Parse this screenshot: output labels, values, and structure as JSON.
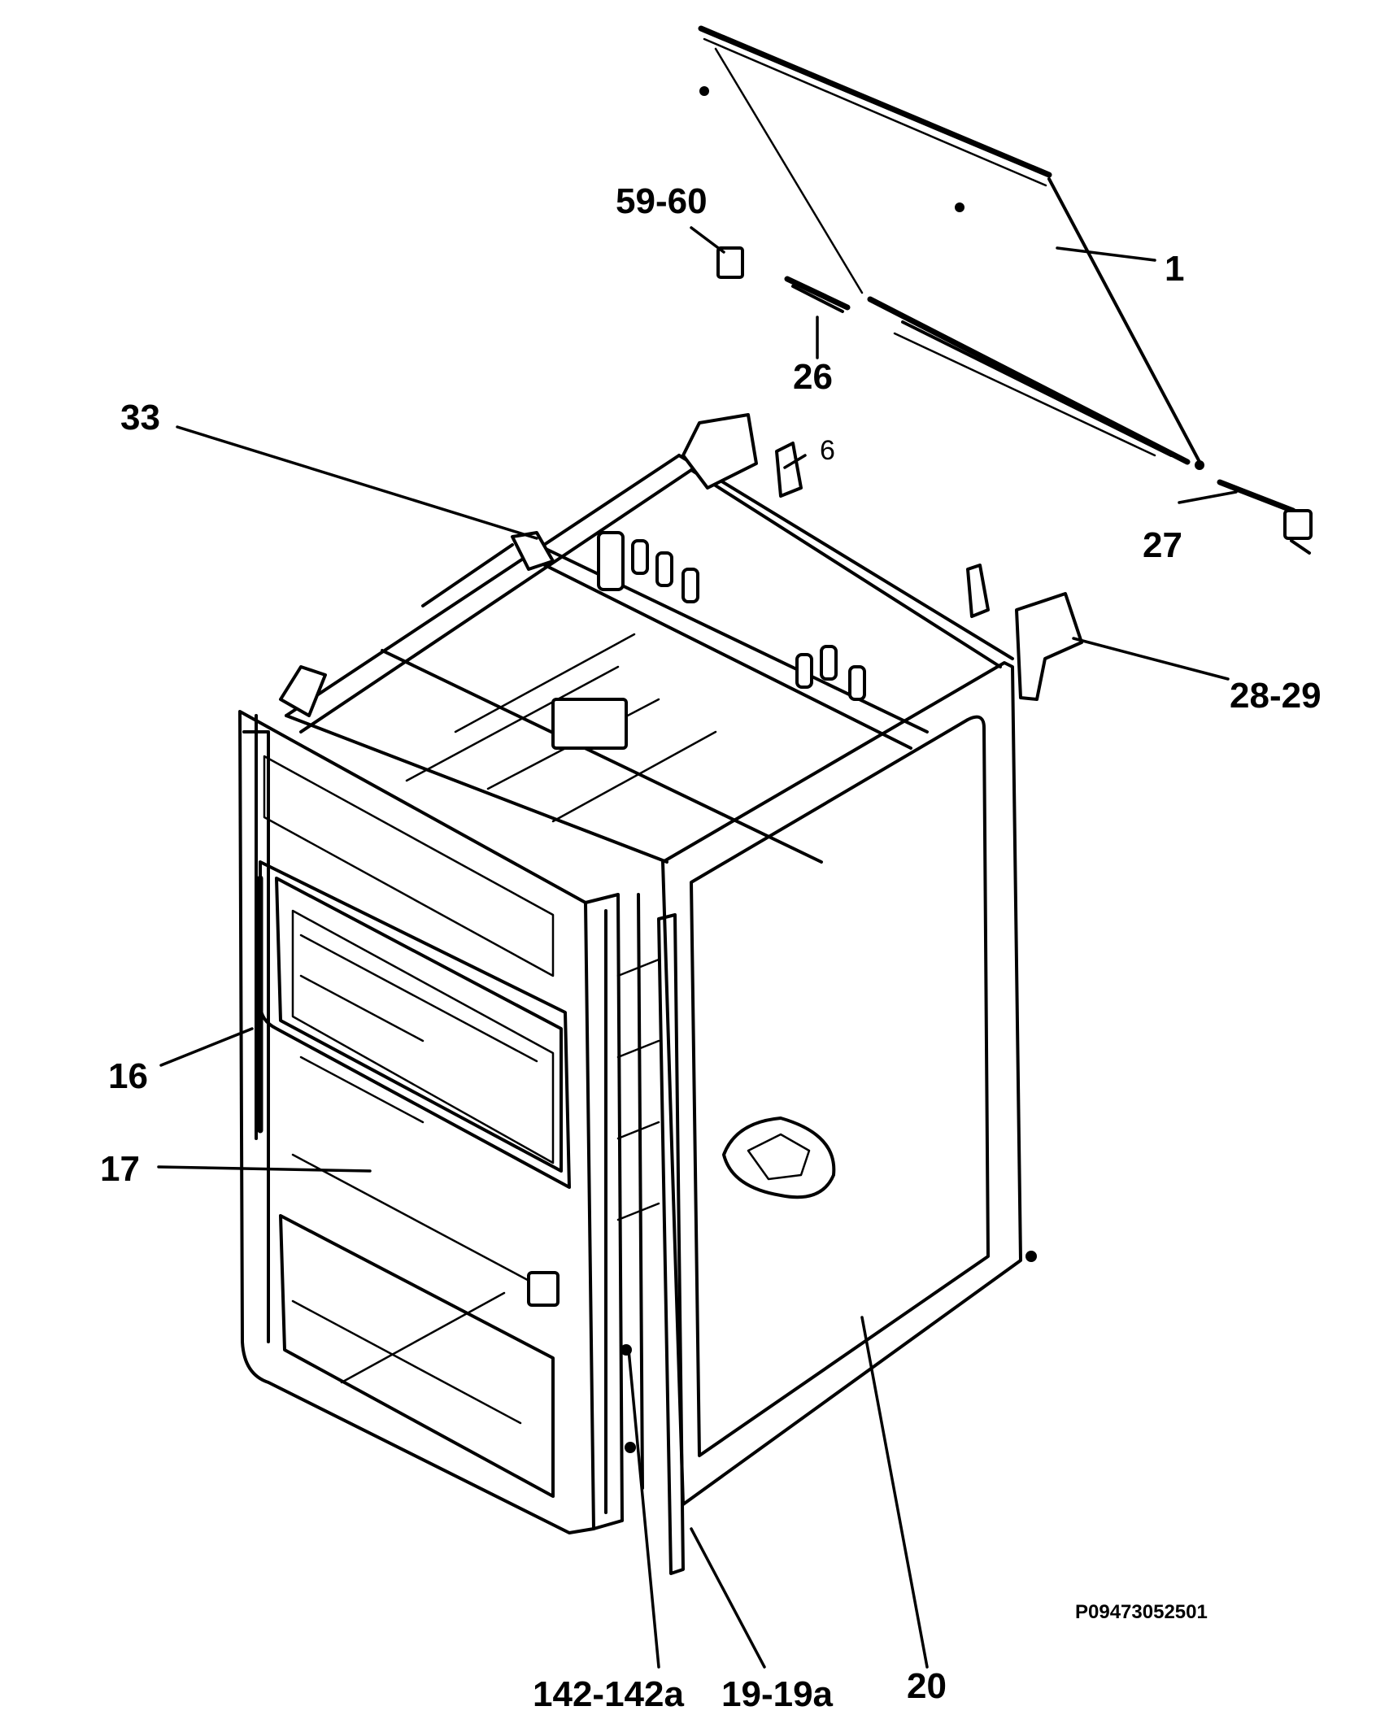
{
  "drawing_code": "P09473052501",
  "callouts": [
    {
      "id": "1",
      "text": "1"
    },
    {
      "id": "59-60",
      "text": "59-60"
    },
    {
      "id": "26",
      "text": "26"
    },
    {
      "id": "33",
      "text": "33"
    },
    {
      "id": "6",
      "text": "6"
    },
    {
      "id": "27",
      "text": "27"
    },
    {
      "id": "28-29",
      "text": "28-29"
    },
    {
      "id": "16",
      "text": "16"
    },
    {
      "id": "17",
      "text": "17"
    },
    {
      "id": "142-142a",
      "text": "142-142a"
    },
    {
      "id": "19-19a",
      "text": "19-19a"
    },
    {
      "id": "20",
      "text": "20"
    }
  ]
}
